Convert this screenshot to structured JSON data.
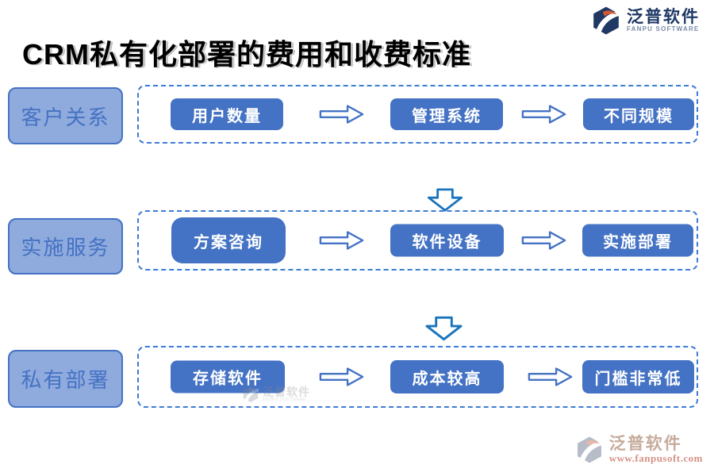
{
  "page": {
    "title": "CRM私有化部署的费用和收费标准"
  },
  "brand": {
    "name_cn": "泛普软件",
    "name_en": "FANPU SOFTWARE",
    "website": "www.fanpusoft.com"
  },
  "rows": [
    {
      "label": "客户关系",
      "steps": [
        "用户数量",
        "管理系统",
        "不同规模"
      ]
    },
    {
      "label": "实施服务",
      "steps": [
        "方案咨询",
        "软件设备",
        "实施部署"
      ]
    },
    {
      "label": "私有部署",
      "steps": [
        "存储软件",
        "成本较高",
        "门槛非常低"
      ]
    }
  ],
  "watermark": {
    "name_cn": "泛普软件",
    "name_en": "FANPU SOFTWARE"
  },
  "colors": {
    "step_button": "#4472C4",
    "row_label_fill": "#8FAADC",
    "row_label_border": "#4472C4",
    "row_label_text": "#4472C4",
    "dashed_border": "#3E7BD6",
    "right_arrow_outline": "#4472C4",
    "down_arrow_outline": "#1B75BC",
    "brand_navy": "#1F3864",
    "brand_orange": "#D05A33",
    "footer_url": "#C0503B"
  }
}
